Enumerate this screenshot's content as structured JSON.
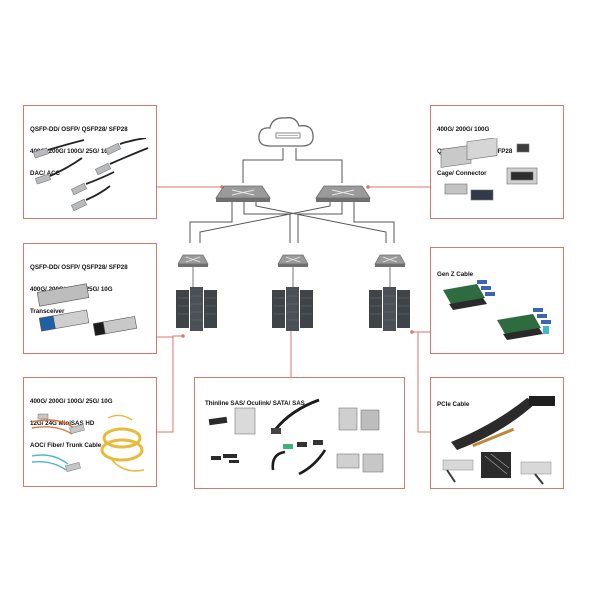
{
  "panels": {
    "dac": {
      "lines": [
        "QSFP-DD/ OSFP/ QSFP28/ SFP28",
        "400G/ 200G/ 100G/ 25G/ 10G",
        "DAC/ ACC"
      ]
    },
    "cage": {
      "lines": [
        "400G/ 200G/ 100G",
        "QSFP-DD/ OSFP/ QSFP28",
        "Cage/ Connector"
      ]
    },
    "transceiver": {
      "lines": [
        "QSFP-DD/ OSFP/ QSFP28/ SFP28",
        "400G/ 200G/ 100G/ 25G/ 10G",
        "Transceiver"
      ]
    },
    "genz": {
      "lines": [
        "Gen Z Cable"
      ]
    },
    "aoc": {
      "lines": [
        "400G/ 200G/ 100G/ 25G/ 10G",
        "12G/ 24G MiniSAS HD",
        "AOC/ Fiber/ Trunk Cable"
      ]
    },
    "sas": {
      "lines": [
        "Thinline SAS/ Oculink/ SATA/ SAS"
      ]
    },
    "pcie": {
      "lines": [
        "PCIe Cable"
      ]
    }
  },
  "icons": [
    "cloud-icon",
    "core-switch-icon",
    "access-switch-icon",
    "server-rack-icon"
  ],
  "colors": {
    "connector": "#d9776b",
    "device": "#8a8a8a",
    "device_dark": "#3f4448",
    "line": "#555555"
  }
}
